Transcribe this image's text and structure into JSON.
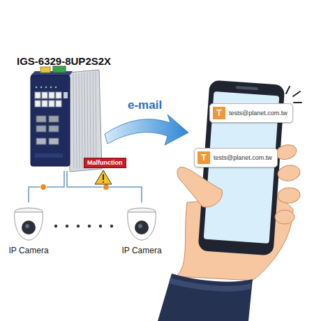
{
  "diagram": {
    "nodes": [
      {
        "text": [
          "IGS-6329-8UP2S2X"
        ]
      },
      {
        "text": [
          "Malfunction"
        ]
      },
      {
        "text": [
          "IP Camera"
        ]
      },
      {
        "text": [
          "IP Camera"
        ]
      },
      {
        "text": [
          "tests@planet.com.tw"
        ]
      },
      {
        "text": [
          "T"
        ],
        "in": 4
      },
      {
        "text": [
          "tests@planet.com.tw"
        ]
      },
      {
        "text": [
          "T"
        ],
        "in": 6
      }
    ],
    "edges": [
      {
        "from": 0,
        "to": 2,
        "arrow": "none"
      },
      {
        "from": 0,
        "to": 3,
        "arrow": "none"
      }
    ],
    "labels": [
      "e-mail"
    ]
  }
}
